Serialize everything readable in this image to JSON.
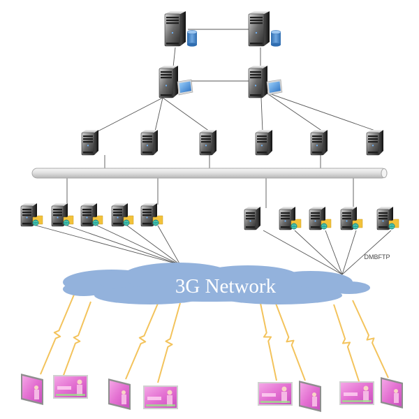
{
  "diagram": {
    "title": "3G Network distribution architecture",
    "cloud_label": "3G Network",
    "side_label": "DMBFTP",
    "colors": {
      "cloud": "#93b2dc",
      "link_line": "#555555",
      "bus": "#dcdcdc",
      "wireless": "#f2bd4a",
      "server_front": "#3a3a3a",
      "server_side": "#1c1c1c",
      "database": "#4d86c6",
      "monitor": "#3b8fd6",
      "folder": "#f2c23a",
      "globe": "#2aa7a0",
      "screen": "#e46fcf"
    },
    "nodes": {
      "core_servers": [
        {
          "id": "db-server-1",
          "type": "database-server"
        },
        {
          "id": "db-server-2",
          "type": "database-server"
        }
      ],
      "app_servers": [
        {
          "id": "app-server-1",
          "type": "monitor-server"
        },
        {
          "id": "app-server-2",
          "type": "monitor-server"
        }
      ],
      "distribution_servers": [
        {
          "id": "dist-server-1"
        },
        {
          "id": "dist-server-2"
        },
        {
          "id": "dist-server-3"
        },
        {
          "id": "dist-server-4"
        },
        {
          "id": "dist-server-5"
        },
        {
          "id": "dist-server-6"
        }
      ],
      "bus": {
        "id": "network-bus",
        "type": "backbone"
      },
      "edge_servers_left": [
        {
          "id": "edge-l1",
          "type": "ftp-server"
        },
        {
          "id": "edge-l2",
          "type": "ftp-server"
        },
        {
          "id": "edge-l3",
          "type": "ftp-server"
        },
        {
          "id": "edge-l4",
          "type": "ftp-server"
        },
        {
          "id": "edge-l5",
          "type": "ftp-server"
        }
      ],
      "edge_servers_right": [
        {
          "id": "edge-r1",
          "type": "server"
        },
        {
          "id": "edge-r2",
          "type": "ftp-server"
        },
        {
          "id": "edge-r3",
          "type": "ftp-server"
        },
        {
          "id": "edge-r4",
          "type": "ftp-server"
        },
        {
          "id": "edge-r5",
          "type": "ftp-server"
        }
      ],
      "displays": [
        {
          "id": "display-1",
          "orientation": "portrait"
        },
        {
          "id": "display-2",
          "orientation": "landscape"
        },
        {
          "id": "display-3",
          "orientation": "portrait"
        },
        {
          "id": "display-4",
          "orientation": "landscape"
        },
        {
          "id": "display-5",
          "orientation": "landscape"
        },
        {
          "id": "display-6",
          "orientation": "portrait"
        },
        {
          "id": "display-7",
          "orientation": "landscape"
        },
        {
          "id": "display-8",
          "orientation": "portrait"
        }
      ]
    }
  }
}
